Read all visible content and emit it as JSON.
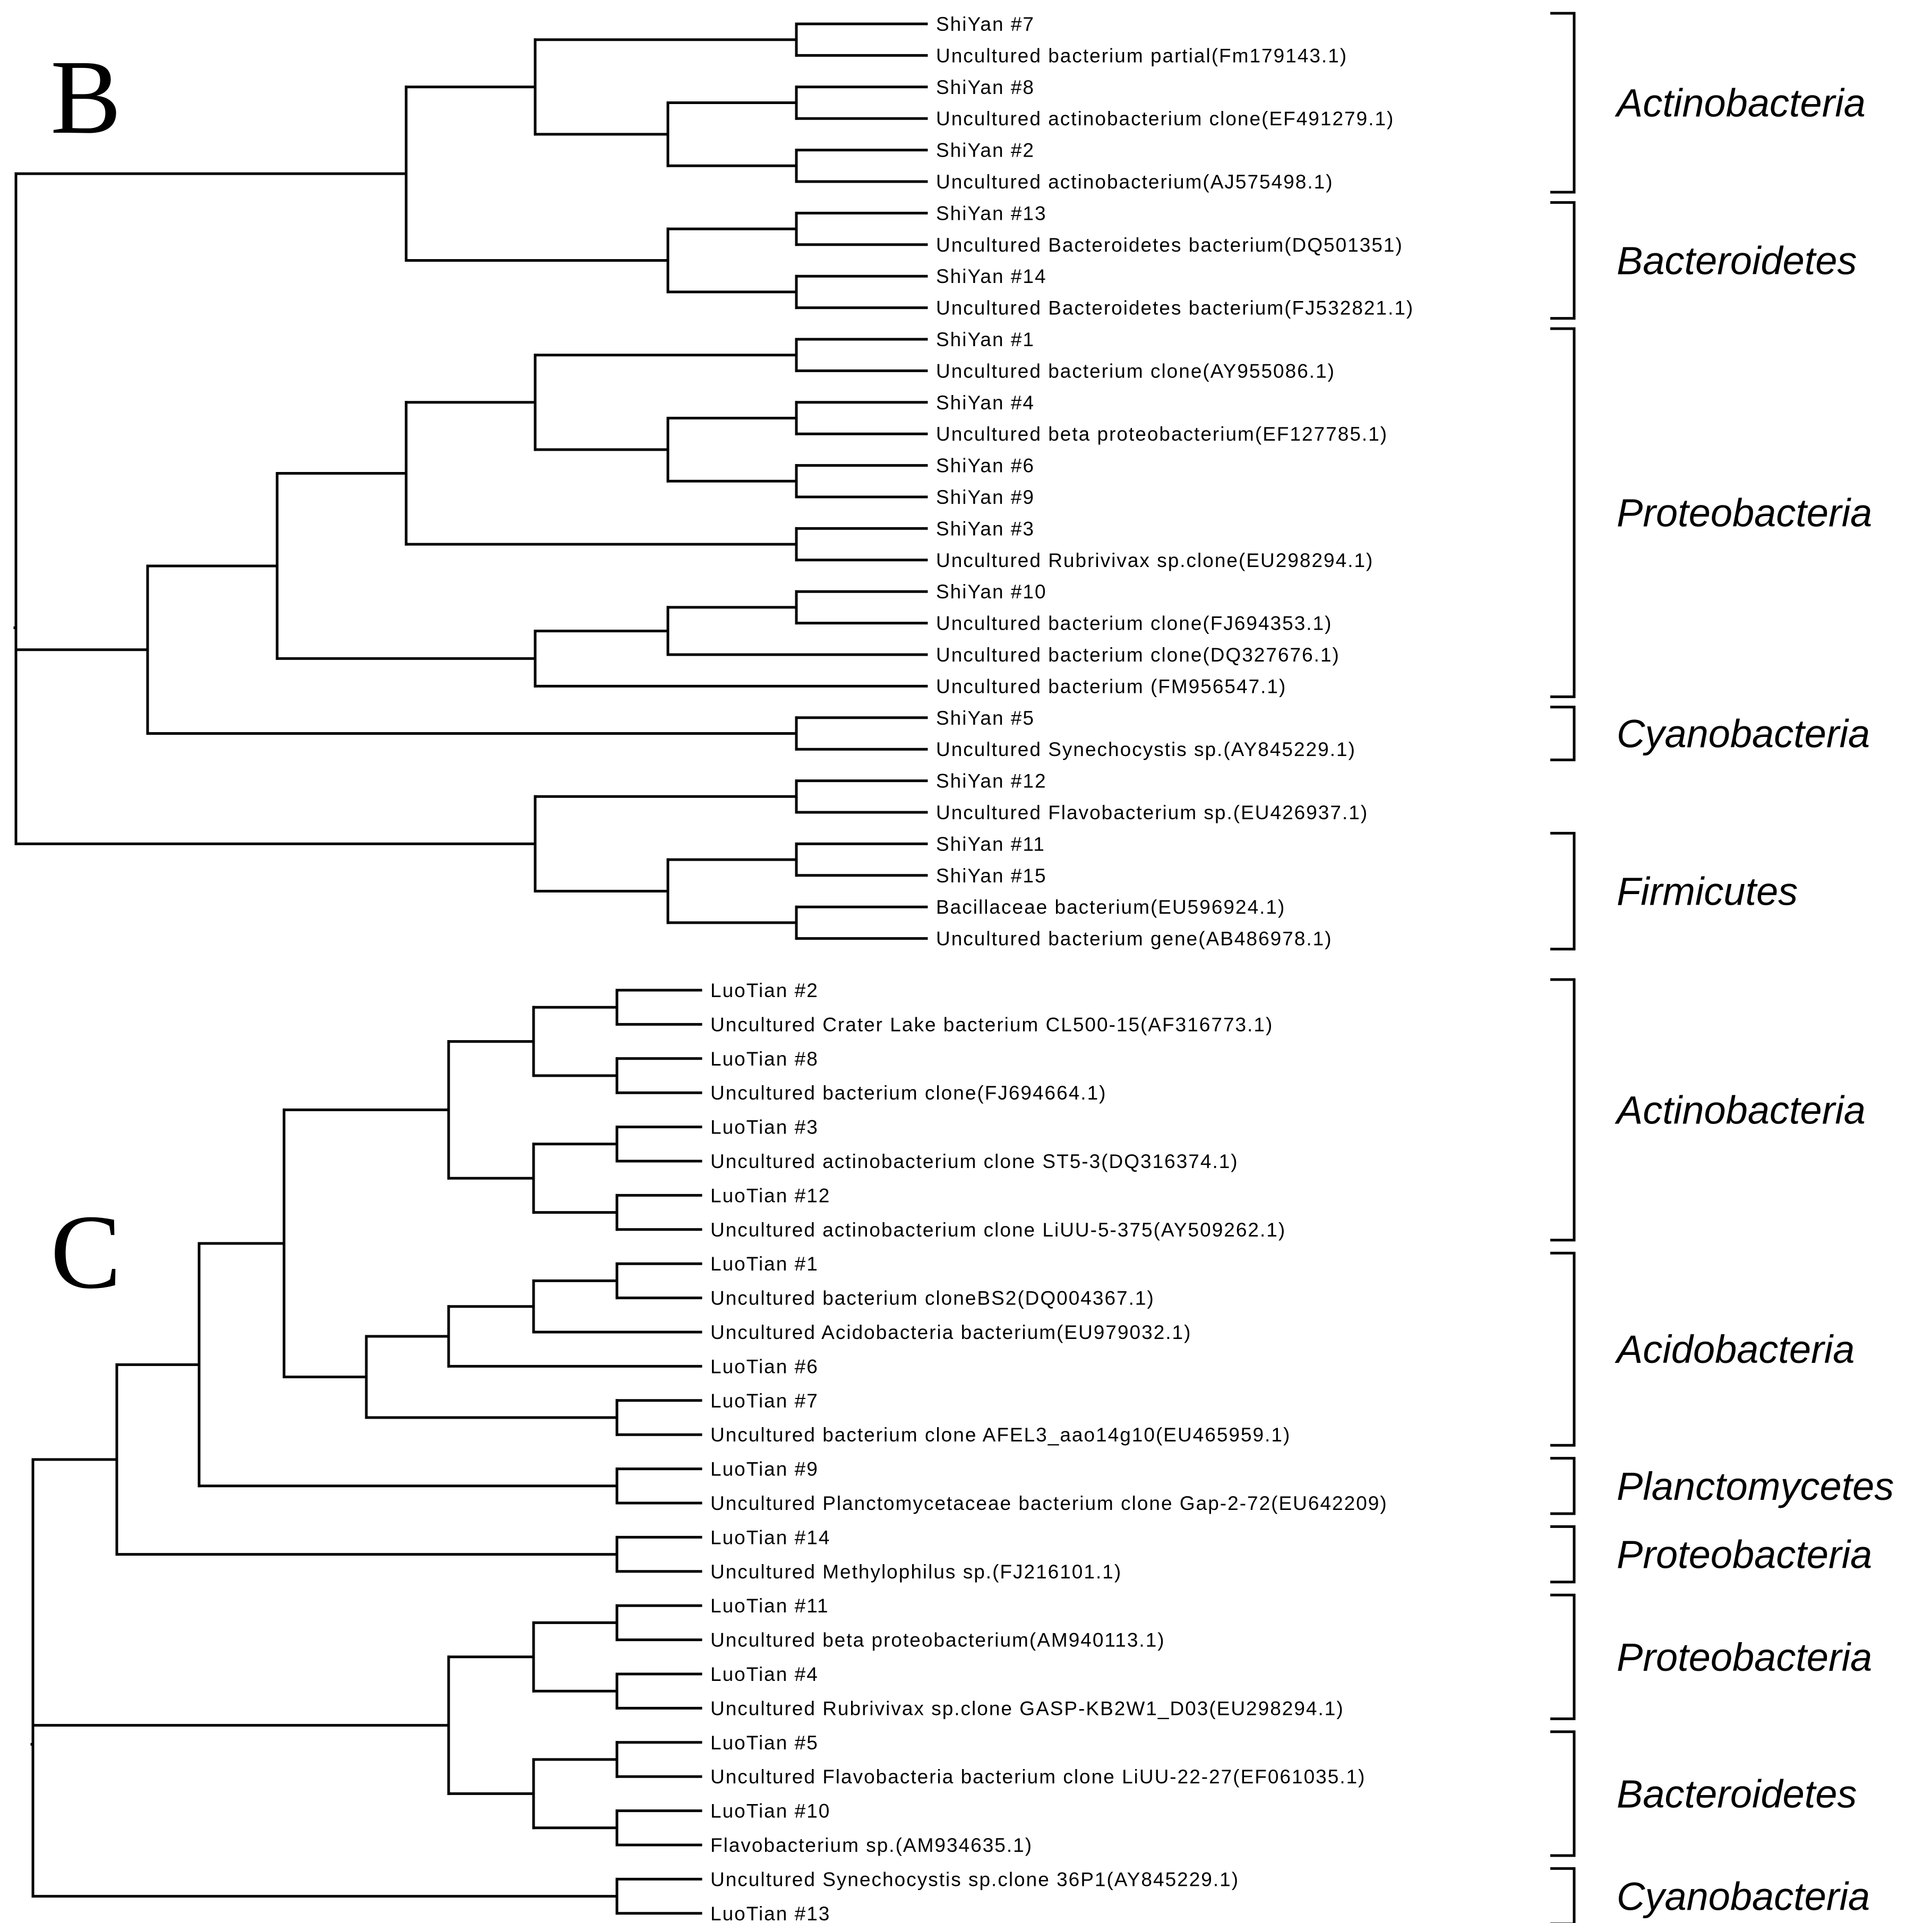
{
  "panels": [
    {
      "letter": "B",
      "leaves": [
        "ShiYan #7",
        "Uncultured bacterium partial(Fm179143.1)",
        "ShiYan #8",
        "Uncultured actinobacterium clone(EF491279.1)",
        "ShiYan #2",
        "Uncultured actinobacterium(AJ575498.1)",
        "ShiYan #13",
        "Uncultured Bacteroidetes bacterium(DQ501351)",
        "ShiYan #14",
        "Uncultured Bacteroidetes bacterium(FJ532821.1)",
        "ShiYan #1",
        "Uncultured bacterium clone(AY955086.1)",
        "ShiYan #4",
        "Uncultured beta proteobacterium(EF127785.1)",
        "ShiYan #6",
        "ShiYan #9",
        "ShiYan #3",
        "Uncultured Rubrivivax sp.clone(EU298294.1)",
        "ShiYan #10",
        "Uncultured bacterium clone(FJ694353.1)",
        "Uncultured bacterium clone(DQ327676.1)",
        "Uncultured bacterium (FM956547.1)",
        "ShiYan #5",
        "Uncultured Synechocystis sp.(AY845229.1)",
        "ShiYan #12",
        "Uncultured Flavobacterium sp.(EU426937.1)",
        "ShiYan #11",
        "ShiYan #15",
        "Bacillaceae bacterium(EU596924.1)",
        "Uncultured bacterium gene(AB486978.1)"
      ],
      "groups": [
        {
          "label": "Actinobacteria",
          "first": 0,
          "last": 5
        },
        {
          "label": "Bacteroidetes",
          "first": 6,
          "last": 9
        },
        {
          "label": "Proteobacteria",
          "first": 10,
          "last": 21
        },
        {
          "label": "Cyanobacteria",
          "first": 22,
          "last": 23
        },
        {
          "label": "Firmicutes",
          "first": 26,
          "last": 29
        }
      ]
    },
    {
      "letter": "C",
      "leaves": [
        "LuoTian #2",
        "Uncultured Crater Lake bacterium CL500-15(AF316773.1)",
        "LuoTian #8",
        "Uncultured bacterium clone(FJ694664.1)",
        "LuoTian #3",
        "Uncultured actinobacterium clone ST5-3(DQ316374.1)",
        "LuoTian #12",
        "Uncultured actinobacterium clone LiUU-5-375(AY509262.1)",
        "LuoTian #1",
        "Uncultured bacterium cloneBS2(DQ004367.1)",
        "Uncultured Acidobacteria bacterium(EU979032.1)",
        "LuoTian #6",
        "LuoTian #7",
        "Uncultured bacterium clone AFEL3_aao14g10(EU465959.1)",
        "LuoTian #9",
        "Uncultured Planctomycetaceae bacterium clone Gap-2-72(EU642209)",
        "LuoTian #14",
        "Uncultured Methylophilus sp.(FJ216101.1)",
        "LuoTian #11",
        "Uncultured beta proteobacterium(AM940113.1)",
        "LuoTian #4",
        "Uncultured Rubrivivax sp.clone GASP-KB2W1_D03(EU298294.1)",
        "LuoTian #5",
        "Uncultured Flavobacteria bacterium clone LiUU-22-27(EF061035.1)",
        "LuoTian #10",
        "Flavobacterium sp.(AM934635.1)",
        "Uncultured Synechocystis sp.clone 36P1(AY845229.1)",
        "LuoTian #13"
      ],
      "groups": [
        {
          "label": "Actinobacteria",
          "first": 0,
          "last": 7
        },
        {
          "label": "Acidobacteria",
          "first": 8,
          "last": 13
        },
        {
          "label": "Planctomycetes",
          "first": 14,
          "last": 15
        },
        {
          "label": "Proteobacteria",
          "first": 16,
          "last": 17
        },
        {
          "label": "Proteobacteria",
          "first": 18,
          "last": 21
        },
        {
          "label": "Bacteroidetes",
          "first": 22,
          "last": 25
        },
        {
          "label": "Cyanobacteria",
          "first": 26,
          "last": 27
        }
      ]
    }
  ]
}
